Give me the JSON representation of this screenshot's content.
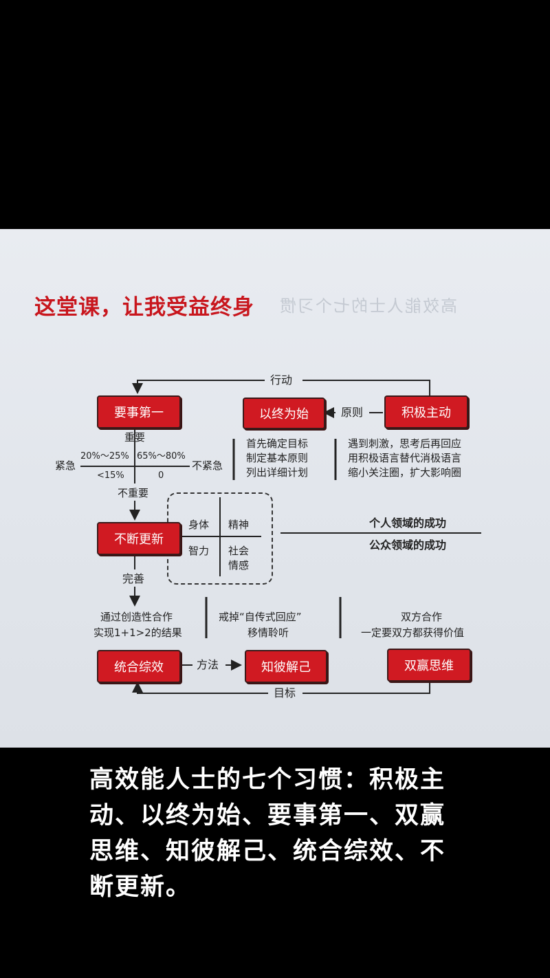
{
  "page": {
    "title": "这堂课，让我受益终身",
    "ghost_text": "高效能人士的七个习惯"
  },
  "diagram": {
    "habits": {
      "priority": "要事第一",
      "begin_end": "以终为始",
      "proactive": "积极主动",
      "renewal": "不断更新",
      "synergy": "统合综效",
      "understand": "知彼解己",
      "winwin": "双赢思维"
    },
    "connectors": {
      "action": "行动",
      "principle": "原则",
      "method": "方法",
      "goal": "目标",
      "perfect": "完善"
    },
    "matrix": {
      "important": "重要",
      "not_important": "不重要",
      "urgent": "紧急",
      "not_urgent": "不紧急",
      "q1": "20%～25%",
      "q2": "65%～80%",
      "q3": "<15%",
      "q4": "0"
    },
    "notes": {
      "begin_end": [
        "首先确定目标",
        "制定基本原则",
        "列出详细计划"
      ],
      "proactive": [
        "遇到刺激，思考后再回应",
        "用积极语言替代消极语言",
        "缩小关注圈，扩大影响圈"
      ],
      "synergy": [
        "通过创造性合作",
        "实现1+1>2的结果"
      ],
      "understand": [
        "戒掉“自传式回应”",
        "移情聆听"
      ],
      "winwin": [
        "双方合作",
        "一定要双方都获得价值"
      ]
    },
    "renewal_grid": {
      "body": "身体",
      "spirit": "精神",
      "mind": "智力",
      "social": "社会",
      "emotion": "情感"
    },
    "success": {
      "personal": "个人领域的成功",
      "public": "公众领域的成功"
    }
  },
  "caption": "高效能人士的七个习惯：积极主动、以终为始、要事第一、双赢思维、知彼解己、统合综效、不断更新。"
}
